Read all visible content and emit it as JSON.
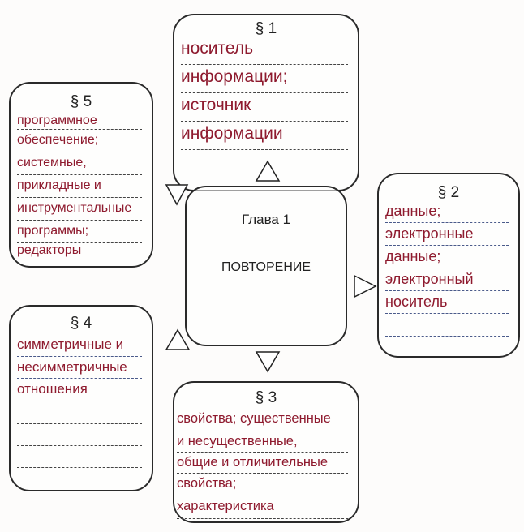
{
  "center": {
    "chapter": "Глава  1",
    "title": "ПОВТОРЕНИЕ"
  },
  "sections": {
    "s1": {
      "heading": "§ 1",
      "lines": [
        "носитель",
        "информации;",
        "источник",
        "информации",
        ""
      ]
    },
    "s2": {
      "heading": "§ 2",
      "lines": [
        "данные;",
        "электронные",
        "данные;",
        "электронный",
        "носитель",
        ""
      ]
    },
    "s3": {
      "heading": "§ 3",
      "lines": [
        "свойства; существенные",
        "и несущественные,",
        "общие и отличительные",
        "свойства;",
        "характеристика"
      ]
    },
    "s4": {
      "heading": "§ 4",
      "lines": [
        "симметричные и",
        "несимметричные",
        "отношения",
        "",
        "",
        ""
      ]
    },
    "s5": {
      "heading": "§ 5",
      "lines": [
        "программное",
        "обеспечение;",
        "системные,",
        "прикладные и",
        "инструментальные",
        "программы;",
        "редакторы"
      ]
    }
  },
  "colors": {
    "answer_text": "#8e1a2e",
    "border": "#2a2a2a"
  }
}
